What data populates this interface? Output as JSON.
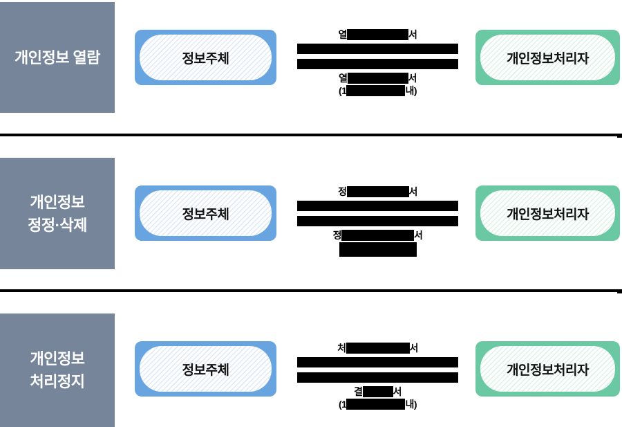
{
  "rows": [
    {
      "label_line1": "개인정보 열람",
      "label_line2": "",
      "subject": "정보주체",
      "processor": "개인정보처리자",
      "top_label": {
        "prefix": "열",
        "suffix": "서"
      },
      "bottom_label_line1": {
        "prefix": "열",
        "suffix": "서"
      },
      "bottom_label_line2": {
        "prefix": "(1",
        "suffix": "내)"
      }
    },
    {
      "label_line1": "개인정보",
      "label_line2": "정정·삭제",
      "subject": "정보주체",
      "processor": "개인정보처리자",
      "top_label": {
        "prefix": "정",
        "suffix": "서"
      },
      "bottom_label_line1": {
        "prefix": "정",
        "suffix": "서"
      },
      "bottom_label_line2": {
        "prefix": "",
        "suffix": ""
      }
    },
    {
      "label_line1": "개인정보",
      "label_line2": "처리정지",
      "subject": "정보주체",
      "processor": "개인정보처리자",
      "top_label": {
        "prefix": "처",
        "suffix": "서"
      },
      "bottom_label_line1": {
        "prefix": "결",
        "suffix": "서"
      },
      "bottom_label_line2": {
        "prefix": "(1",
        "suffix": "내)"
      }
    }
  ],
  "colors": {
    "row_title_bg": "#76859A",
    "subject_box": "#68A4E0",
    "processor_box": "#6AC8A2",
    "arrow_bar": "#000000",
    "title_text": "#ffffff",
    "box_text": "#111111"
  }
}
